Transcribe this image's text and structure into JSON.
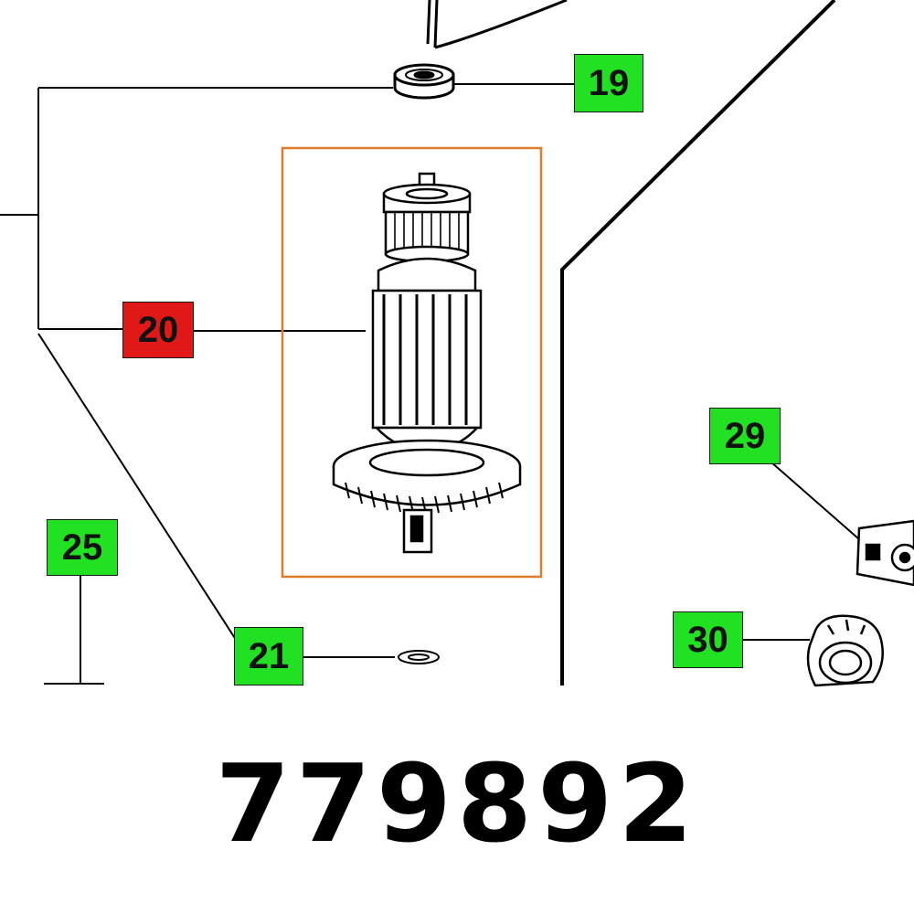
{
  "callouts": {
    "c19": "19",
    "c20": "20",
    "c21": "21",
    "c25": "25",
    "c29": "29",
    "c30": "30"
  },
  "colors": {
    "callout_fill": "#22e022",
    "selected_fill": "#e01818",
    "highlight_frame": "#e07b2a",
    "line": "#000000"
  },
  "selected_callout": "20",
  "part_number": "779892"
}
